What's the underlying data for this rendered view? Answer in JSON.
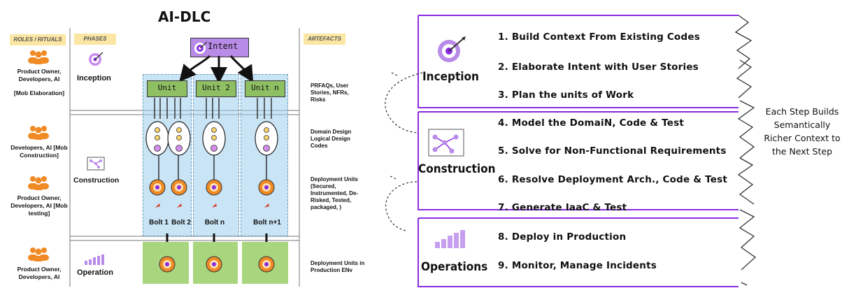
{
  "title": "AI-DLC",
  "left": {
    "headers": {
      "roles": "ROLES / RITUALS",
      "phases": "PHASES",
      "artefacts": "ARTEFACTS"
    },
    "roles": [
      "Product Owner, Developers, AI",
      "[Mob Elaboration]",
      "Developers, AI [Mob Construction]",
      "Product Owner, Developers, AI [Mob testing]",
      "Product Owner, Developers, AI"
    ],
    "phases": [
      "Inception",
      "Construction",
      "Operation"
    ],
    "intent": "Intent",
    "units": [
      "Unit",
      "Unit 2",
      "Unit n"
    ],
    "bolts": [
      "Bolt 1",
      "Bolt 2",
      "Bolt n",
      "Bolt n+1"
    ],
    "artefacts": [
      "PRFAQs, User Stories, NFRs, Risks",
      "Domain Design Logical Design Codes",
      "Deployment Units (Secured, Instrumented, De-Risked, Tested, packaged, )",
      "Deployment Units in Production ENv"
    ]
  },
  "right": {
    "phases": [
      "Inception",
      "Construction",
      "Operations"
    ],
    "steps": [
      "1. Build Context From Existing Codes",
      "2. Elaborate Intent with User Stories",
      "3. Plan the units of Work",
      "4. Model the DomaiN, Code & Test",
      "5. Solve for Non-Functional Requirements",
      "6. Resolve Deployment Arch., Code & Test",
      "7. Generate IaaC & Test",
      "8. Deploy in Production",
      "9. Monitor, Manage Incidents"
    ],
    "side_note": "Each Step Builds Semantically Richer Context to the Next Step"
  },
  "colors": {
    "lane": "#9ccdec",
    "unit_green": "#8fbf63",
    "intent_purple": "#b98be8",
    "bracket_purple": "#8a2be2",
    "target_orange": "#f08a24",
    "header_yellow": "#fbe7a3"
  }
}
